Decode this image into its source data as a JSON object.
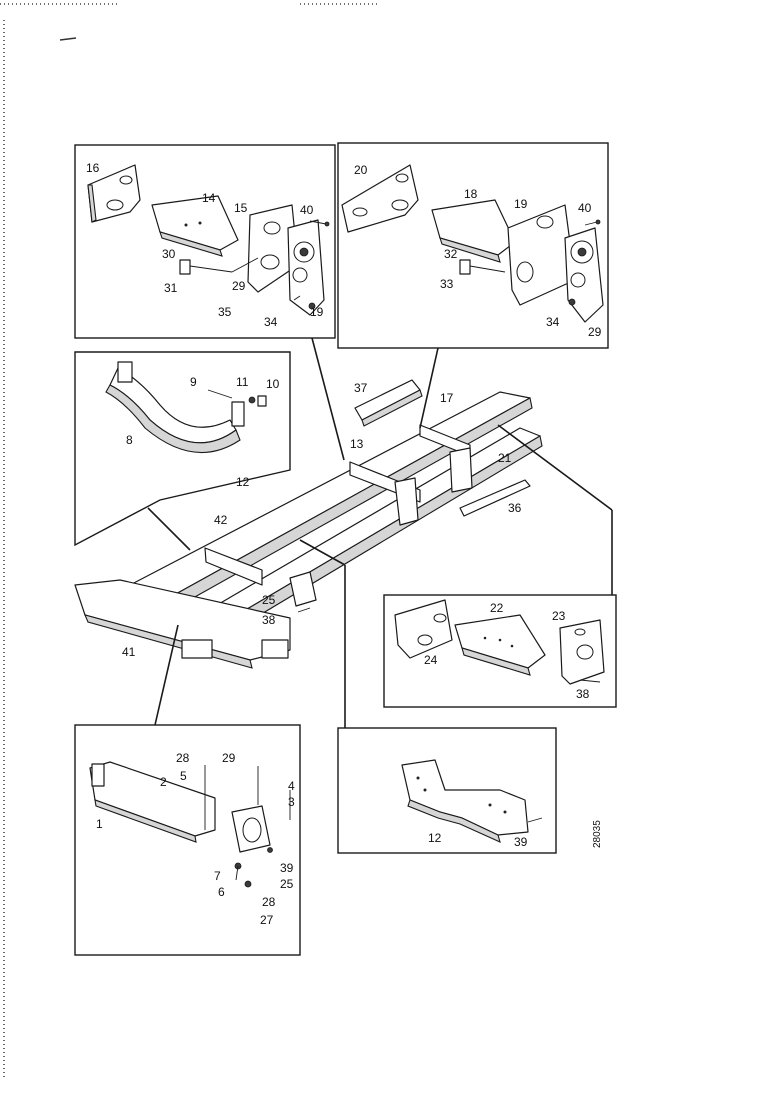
{
  "reference_number": "28035",
  "panels": {
    "top_left": {
      "labels": [
        "16",
        "14",
        "15",
        "40",
        "30",
        "31",
        "29",
        "35",
        "34",
        "19"
      ]
    },
    "top_right": {
      "labels": [
        "20",
        "18",
        "19",
        "40",
        "32",
        "33",
        "34",
        "29"
      ]
    },
    "middle_left": {
      "labels": [
        "9",
        "11",
        "10",
        "8"
      ]
    },
    "main_frame": {
      "labels": [
        "37",
        "17",
        "13",
        "21",
        "12",
        "42",
        "36",
        "25",
        "38",
        "41"
      ]
    },
    "right_middle": {
      "labels": [
        "22",
        "23",
        "24",
        "38"
      ]
    },
    "bottom_left": {
      "labels": [
        "28",
        "29",
        "2",
        "5",
        "4",
        "3",
        "1",
        "39",
        "7",
        "25",
        "6",
        "28",
        "27"
      ]
    },
    "bottom_right": {
      "labels": [
        "12",
        "39"
      ]
    }
  }
}
